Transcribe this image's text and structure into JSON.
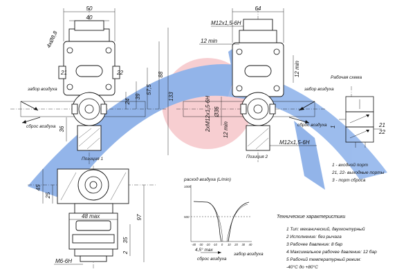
{
  "brand_colors": {
    "watermark_blue": "#2f6fd6",
    "watermark_red": "#e0444d",
    "line": "#111111"
  },
  "top_view": {
    "width_outer": "50",
    "width_inner": "40",
    "holes": "4xØ8,8",
    "ports_left": "21",
    "ports_right": "22",
    "height_88": "88",
    "height_57_5": "57,5",
    "height_39": "39",
    "height_24": "24",
    "height_133": "133",
    "height_36": "36",
    "air_intake": "забор воздуха",
    "air_exhaust": "сброс воздуха",
    "caption": "Позиция 1"
  },
  "side_view": {
    "width": "64",
    "thread_top": "M12x1,5-6H",
    "min_12_top": "12 min",
    "min_12_right": "12 min",
    "thread_2x": "2xM12x1,5-6H",
    "dia_36": "Ø36",
    "min_12_left": "12 min",
    "thread_bottom": "M12x1,5-6H",
    "air_intake": "забор воздуха",
    "air_exhaust": "сброс воздуха",
    "caption": "Позиция 2"
  },
  "bottom_view": {
    "height_45": "45",
    "height_25": "25",
    "height_97": "97",
    "height_35": "35",
    "height_2": "2",
    "max_48": "48 max",
    "thread": "M6-6H"
  },
  "schema": {
    "title": "Рабочая схема",
    "port_1": "1",
    "port_21": "21",
    "port_22": "22",
    "legend": [
      "1 - входной порт",
      "21, 22- выходные порты",
      "3 - порт сброса"
    ]
  },
  "flow_chart": {
    "ylabel": "расход воздуха (L/min)",
    "y_top": "1000",
    "y_mid": "500",
    "x_ticks": [
      "-40",
      "-30",
      "-20",
      "-10",
      "0",
      "10",
      "20",
      "30",
      "40"
    ],
    "angle_label": "4,5° max",
    "exhaust_label": "сброс воздуха",
    "intake_label": "забор воздуха"
  },
  "specs": {
    "title": "Технические характеристики",
    "items": [
      "1  Тип: механический, двухконтурный",
      "2  Исполнение: без рычага",
      "3  Рабочее давление: 8 бар",
      "4  Максимальное рабочее давление: 12 бар",
      "5  Рабочий температурный режим:",
      "-40°C до +80°C"
    ]
  }
}
